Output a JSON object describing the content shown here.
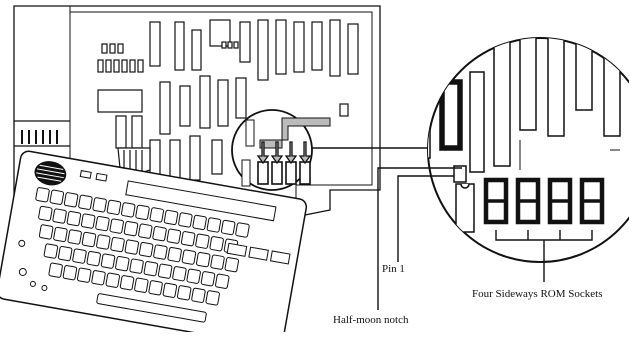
{
  "labels": {
    "pin1": "Pin 1",
    "half_moon_notch": "Half-moon notch",
    "rom_sockets": "Four Sideways ROM Sockets"
  },
  "colors": {
    "ink": "#111111",
    "paper": "#ffffff"
  }
}
